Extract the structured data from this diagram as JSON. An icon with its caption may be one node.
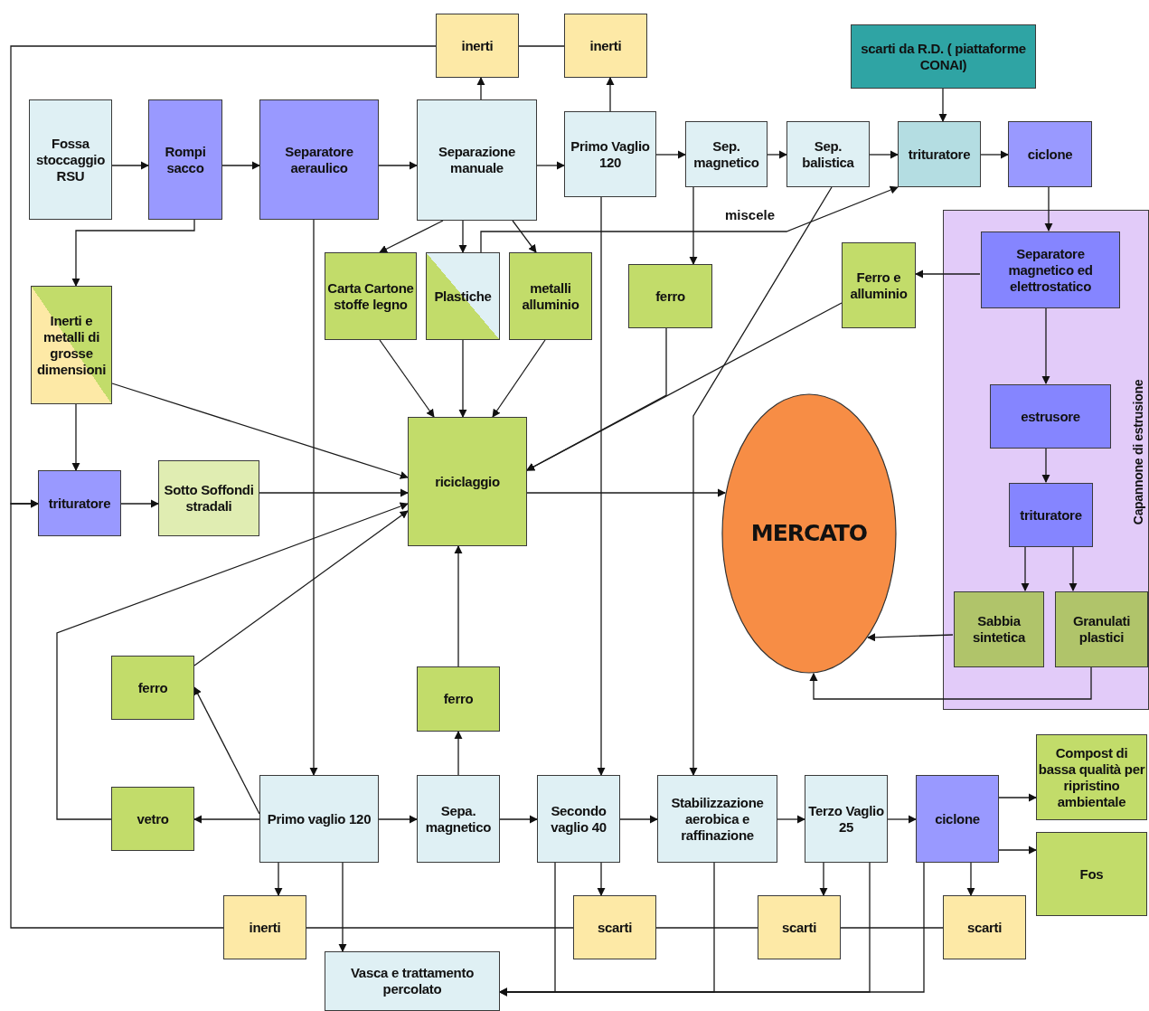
{
  "diagram": {
    "nodes": [
      {
        "text": [
          "inerti"
        ]
      },
      {
        "text": [
          "inerti"
        ]
      },
      {
        "text": [
          "scarti da R.D. ( piattaforme CONAI)"
        ]
      },
      {
        "text": [
          "Fossa stoccaggio RSU"
        ]
      },
      {
        "text": [
          "Rompi sacco"
        ]
      },
      {
        "text": [
          "Separatore aeraulico"
        ]
      },
      {
        "text": [
          "Separazione manuale"
        ]
      },
      {
        "text": [
          "Primo Vaglio 120"
        ]
      },
      {
        "text": [
          "Sep. magnetico"
        ]
      },
      {
        "text": [
          "Sep. balistica"
        ]
      },
      {
        "text": [
          "trituratore"
        ]
      },
      {
        "text": [
          "ciclone"
        ]
      },
      {
        "text": [
          "Capannone di estrusione"
        ]
      },
      {
        "text": [
          "Separatore magnetico ed elettrostatico"
        ],
        "in": 12
      },
      {
        "text": [
          "estrusore"
        ],
        "in": 12
      },
      {
        "text": [
          "trituratore"
        ],
        "in": 12
      },
      {
        "text": [
          "Sabbia sintetica"
        ],
        "in": 12
      },
      {
        "text": [
          "Granulati plastici"
        ],
        "in": 12
      },
      {
        "text": [
          "Carta Cartone stoffe legno"
        ]
      },
      {
        "text": [
          "Plastiche"
        ]
      },
      {
        "text": [
          "metalli alluminio"
        ]
      },
      {
        "text": [
          "ferro"
        ]
      },
      {
        "text": [
          "Ferro e alluminio"
        ]
      },
      {
        "text": [
          "Inerti e metalli di grosse dimensioni"
        ]
      },
      {
        "text": [
          "trituratore"
        ]
      },
      {
        "text": [
          "Sotto Soffondi stradali"
        ]
      },
      {
        "text": [
          "riciclaggio"
        ]
      },
      {
        "text": [
          "MERCATO"
        ]
      },
      {
        "text": [
          "ferro"
        ]
      },
      {
        "text": [
          "ferro"
        ]
      },
      {
        "text": [
          "vetro"
        ]
      },
      {
        "text": [
          "Primo vaglio 120"
        ]
      },
      {
        "text": [
          "Sepa. magnetico"
        ]
      },
      {
        "text": [
          "Secondo vaglio 40"
        ]
      },
      {
        "text": [
          "Stabilizzazione aerobica e raffinazione"
        ]
      },
      {
        "text": [
          "Terzo Vaglio 25"
        ]
      },
      {
        "text": [
          "ciclone"
        ]
      },
      {
        "text": [
          "Compost di bassa qualità per ripristino ambientale"
        ]
      },
      {
        "text": [
          "Fos"
        ]
      },
      {
        "text": [
          "inerti"
        ]
      },
      {
        "text": [
          "scarti"
        ]
      },
      {
        "text": [
          "scarti"
        ]
      },
      {
        "text": [
          "scarti"
        ]
      },
      {
        "text": [
          "Vasca e trattamento percolato"
        ]
      }
    ],
    "edges": [
      {
        "from": 1,
        "to": 0,
        "arrow": "none"
      },
      {
        "from": 0,
        "to": 24,
        "arrow": "to"
      },
      {
        "from": 39,
        "to": 24,
        "arrow": "to"
      },
      {
        "from": 40,
        "to": 39,
        "arrow": "none"
      },
      {
        "from": 41,
        "to": 40,
        "arrow": "none"
      },
      {
        "from": 42,
        "to": 41,
        "arrow": "none"
      },
      {
        "from": 3,
        "to": 4,
        "arrow": "to"
      },
      {
        "from": 4,
        "to": 5,
        "arrow": "to"
      },
      {
        "from": 5,
        "to": 6,
        "arrow": "to"
      },
      {
        "from": 6,
        "to": 7,
        "arrow": "to"
      },
      {
        "from": 7,
        "to": 8,
        "arrow": "to"
      },
      {
        "from": 8,
        "to": 9,
        "arrow": "to"
      },
      {
        "from": 9,
        "to": 10,
        "arrow": "to"
      },
      {
        "from": 10,
        "to": 11,
        "arrow": "to"
      },
      {
        "from": 2,
        "to": 10,
        "arrow": "to"
      },
      {
        "from": 6,
        "to": 0,
        "arrow": "to"
      },
      {
        "from": 7,
        "to": 1,
        "arrow": "to"
      },
      {
        "from": 4,
        "to": 23,
        "arrow": "to"
      },
      {
        "from": 6,
        "to": 18,
        "arrow": "to"
      },
      {
        "from": 6,
        "to": 19,
        "arrow": "to"
      },
      {
        "from": 6,
        "to": 20,
        "arrow": "to"
      },
      {
        "from": 19,
        "to": 10,
        "arrow": "to",
        "label": "miscele"
      },
      {
        "from": 18,
        "to": 26,
        "arrow": "to"
      },
      {
        "from": 19,
        "to": 26,
        "arrow": "to"
      },
      {
        "from": 20,
        "to": 26,
        "arrow": "to"
      },
      {
        "from": 8,
        "to": 21,
        "arrow": "to"
      },
      {
        "from": 21,
        "to": 26,
        "arrow": "to"
      },
      {
        "from": 22,
        "to": 26,
        "arrow": "to"
      },
      {
        "from": 9,
        "to": 34,
        "arrow": "to"
      },
      {
        "from": 7,
        "to": 33,
        "arrow": "to"
      },
      {
        "from": 5,
        "to": 31,
        "arrow": "to"
      },
      {
        "from": 23,
        "to": 26,
        "arrow": "to"
      },
      {
        "from": 23,
        "to": 24,
        "arrow": "to"
      },
      {
        "from": 24,
        "to": 25,
        "arrow": "to"
      },
      {
        "from": 25,
        "to": 26,
        "arrow": "to"
      },
      {
        "from": 26,
        "to": 27,
        "arrow": "to"
      },
      {
        "from": 11,
        "to": 13,
        "arrow": "to"
      },
      {
        "from": 13,
        "to": 22,
        "arrow": "to"
      },
      {
        "from": 13,
        "to": 14,
        "arrow": "to"
      },
      {
        "from": 14,
        "to": 15,
        "arrow": "to"
      },
      {
        "from": 15,
        "to": 16,
        "arrow": "to"
      },
      {
        "from": 15,
        "to": 17,
        "arrow": "to"
      },
      {
        "from": 16,
        "to": 27,
        "arrow": "to"
      },
      {
        "from": 17,
        "to": 27,
        "arrow": "to"
      },
      {
        "from": 31,
        "to": 30,
        "arrow": "to"
      },
      {
        "from": 31,
        "to": 28,
        "arrow": "to"
      },
      {
        "from": 28,
        "to": 26,
        "arrow": "to"
      },
      {
        "from": 30,
        "to": 26,
        "arrow": "to"
      },
      {
        "from": 31,
        "to": 32,
        "arrow": "to"
      },
      {
        "from": 32,
        "to": 29,
        "arrow": "to"
      },
      {
        "from": 29,
        "to": 26,
        "arrow": "to"
      },
      {
        "from": 32,
        "to": 33,
        "arrow": "to"
      },
      {
        "from": 33,
        "to": 34,
        "arrow": "to"
      },
      {
        "from": 34,
        "to": 35,
        "arrow": "to"
      },
      {
        "from": 35,
        "to": 36,
        "arrow": "to"
      },
      {
        "from": 36,
        "to": 37,
        "arrow": "to"
      },
      {
        "from": 36,
        "to": 38,
        "arrow": "to"
      },
      {
        "from": 31,
        "to": 39,
        "arrow": "to"
      },
      {
        "from": 31,
        "to": 43,
        "arrow": "to"
      },
      {
        "from": 33,
        "to": 40,
        "arrow": "to"
      },
      {
        "from": 35,
        "to": 41,
        "arrow": "to"
      },
      {
        "from": 36,
        "to": 42,
        "arrow": "to"
      },
      {
        "from": 33,
        "to": 43,
        "arrow": "to"
      },
      {
        "from": 34,
        "to": 43,
        "arrow": "to"
      },
      {
        "from": 35,
        "to": 43,
        "arrow": "to"
      },
      {
        "from": 36,
        "to": 43,
        "arrow": "to"
      }
    ]
  }
}
